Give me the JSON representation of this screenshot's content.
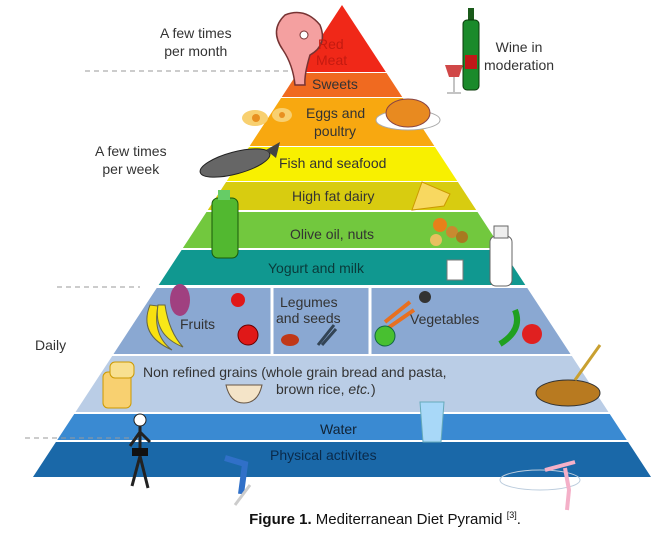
{
  "layers": [
    {
      "label": "Red Meat",
      "color": "#f02818"
    },
    {
      "label": "Sweets",
      "color": "#f06a20"
    },
    {
      "label": "Eggs and poultry",
      "color": "#f8a810"
    },
    {
      "label": "Fish and seafood",
      "color": "#f8f000"
    },
    {
      "label": "High fat dairy",
      "color": "#d8cc10"
    },
    {
      "label": "Olive oil, nuts",
      "color": "#72c83e"
    },
    {
      "label": "Yogurt and milk",
      "color": "#109890"
    },
    {
      "label": "Fruits / Legumes and seeds / Vegetables",
      "color": "#8aa8d2"
    },
    {
      "label": "Non refined grains",
      "color": "#bacde6"
    },
    {
      "label": "Water",
      "color": "#3a8ad2"
    },
    {
      "label": "Physical activites",
      "color": "#1a68a8"
    }
  ],
  "labels": {
    "red_meat_1": "Red",
    "red_meat_2": "Meat",
    "sweets": "Sweets",
    "eggs_1": "Eggs and",
    "eggs_2": "poultry",
    "fish": "Fish and seafood",
    "dairy": "High fat dairy",
    "olive": "Olive oil, nuts",
    "yogurt": "Yogurt and milk",
    "fruits": "Fruits",
    "legumes_1": "Legumes",
    "legumes_2": "and seeds",
    "vegetables": "Vegetables",
    "grains_1": "Non refined grains (whole grain bread and pasta,",
    "grains_2a": "brown rice, ",
    "grains_2b": "etc.",
    "grains_2c": ")",
    "water": "Water",
    "physical": "Physical activites"
  },
  "frequency": {
    "month_1": "A few times",
    "month_2": "per month",
    "week_1": "A few times",
    "week_2": "per week",
    "daily": "Daily"
  },
  "wine": {
    "line1": "Wine in",
    "line2": "moderation"
  },
  "caption": {
    "prefix": "Figure 1.",
    "text": " Mediterranean Diet Pyramid ",
    "ref": "[3]",
    "end": "."
  }
}
